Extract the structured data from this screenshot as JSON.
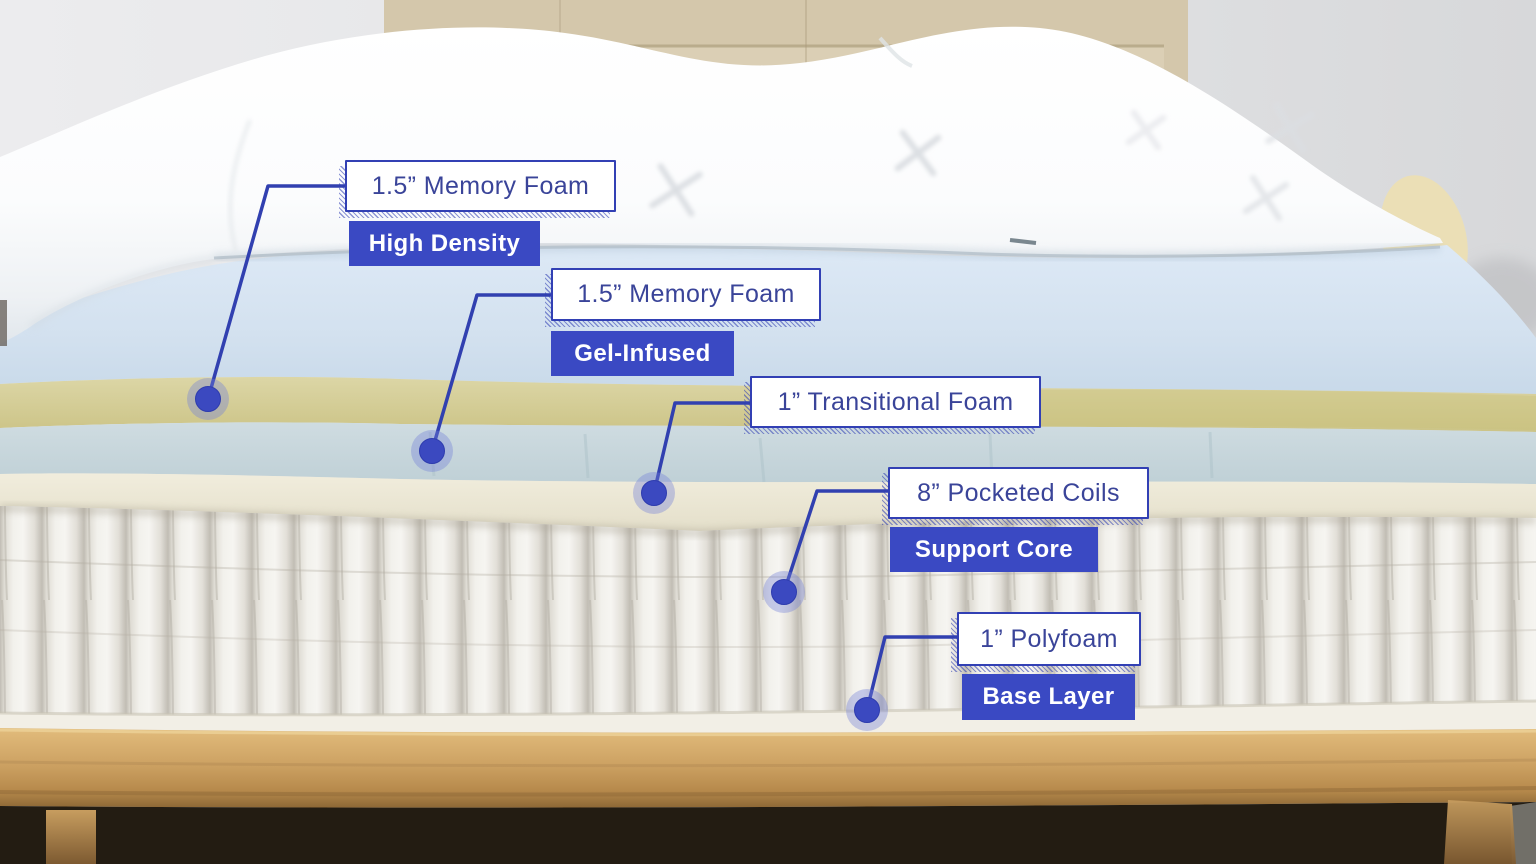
{
  "figure": {
    "description": "Mattress cross-section photo with layer callout labels",
    "labels": [
      {
        "id": "memory-foam-high-density",
        "title": "1.5” Memory Foam",
        "tag": "High Density"
      },
      {
        "id": "memory-foam-gel-infused",
        "title": "1.5” Memory Foam",
        "tag": "Gel-Infused"
      },
      {
        "id": "transitional-foam",
        "title": "1” Transitional Foam",
        "tag": ""
      },
      {
        "id": "pocketed-coils",
        "title": "8” Pocketed Coils",
        "tag": "Support Core"
      },
      {
        "id": "polyfoam",
        "title": "1” Polyfoam",
        "tag": "Base Layer"
      }
    ]
  },
  "palette": {
    "accent_blue": "#3a49c3",
    "label_border_blue": "#3240b4",
    "label_text_blue": "#3a4499",
    "label_bg": "#ffffff",
    "tag_text": "#ffffff",
    "leader_blue": "#3140b0"
  }
}
